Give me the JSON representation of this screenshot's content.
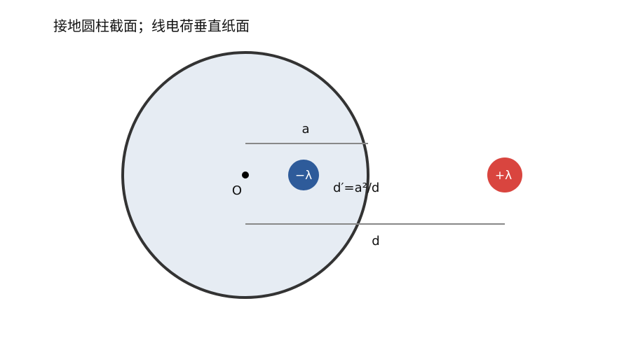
{
  "title": "接地圆柱截面；线电荷垂直纸面",
  "labels": {
    "center": "O",
    "radius": "a",
    "image_distance": "d′=a²/d",
    "distance": "d"
  },
  "charges": {
    "image": {
      "label": "−λ",
      "color": "#2e5b9a"
    },
    "real": {
      "label": "+λ",
      "color": "#d9453f"
    }
  },
  "colors": {
    "cylinder_fill": "#e6ecf3",
    "cylinder_stroke": "#333333",
    "dimension_line": "#888888",
    "center_dot": "#000000"
  }
}
